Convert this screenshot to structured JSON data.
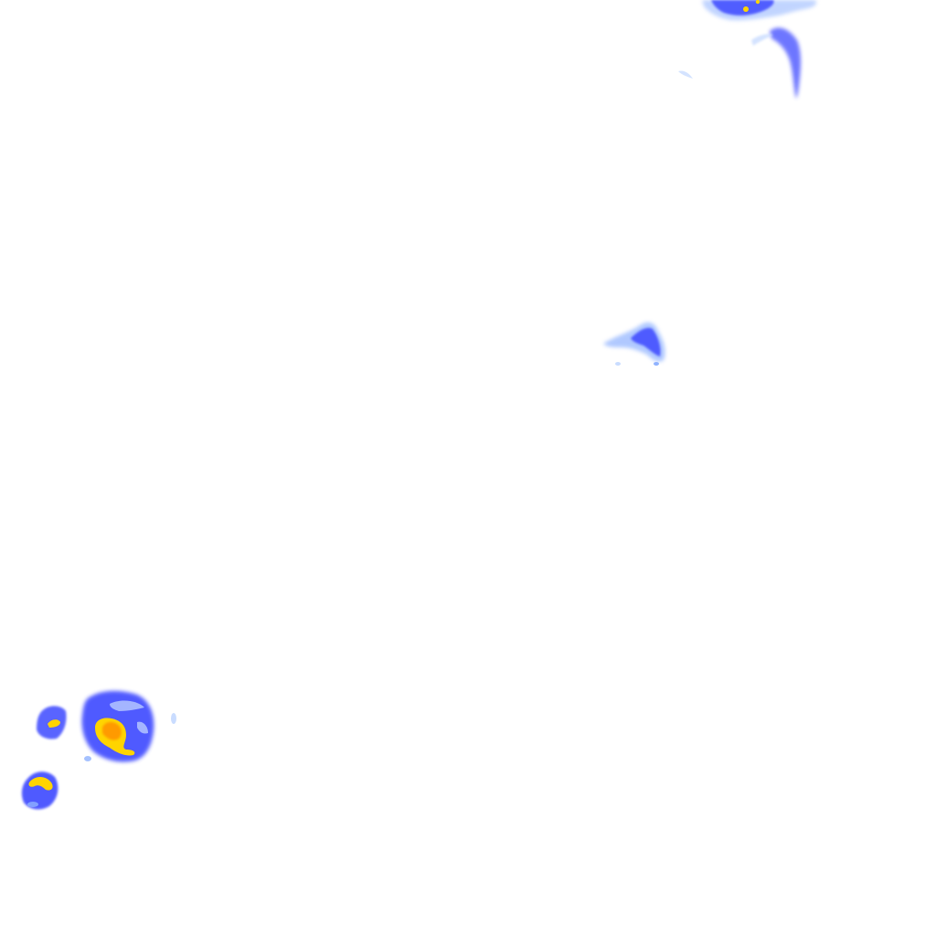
{
  "layer": {
    "type": "precipitation-radar-overlay",
    "basemap_visible": false,
    "legend_visible": false
  },
  "palette": {
    "very_light": "#c9dcff",
    "light": "#8fb2ff",
    "medium": "#3e49ff",
    "strong": "#2a2ad8",
    "heavy": "#ffd400",
    "very_heavy": "#ff9a00",
    "extreme": "#ff6a00"
  },
  "cells": [
    {
      "name": "northeast-cell",
      "intensity": "moderate-with-heavy-core"
    },
    {
      "name": "northeast-trailing-band",
      "intensity": "light-to-moderate"
    },
    {
      "name": "central-east-cell",
      "intensity": "light-to-moderate"
    },
    {
      "name": "southwest-main-cell",
      "intensity": "very-heavy-core"
    },
    {
      "name": "southwest-small-cell",
      "intensity": "heavy-core"
    },
    {
      "name": "southwest-lower-cell",
      "intensity": "heavy-core"
    }
  ]
}
